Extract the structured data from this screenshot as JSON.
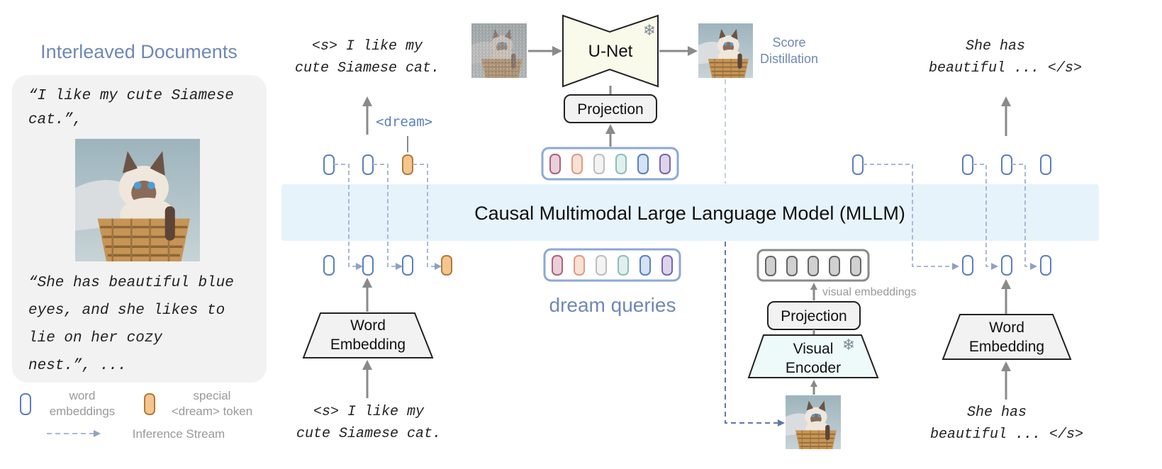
{
  "left_panel": {
    "title": "Interleaved Documents",
    "quote1": [
      "“I like my cute Siamese",
      "cat.”,"
    ],
    "quote2": [
      "“She has beautiful blue",
      "eyes, and she likes to",
      "lie on her cozy",
      "nest.”, ..."
    ]
  },
  "legend": {
    "word_embeddings": [
      "word",
      "embeddings"
    ],
    "special_token": [
      "special",
      "<dream> token"
    ],
    "inference_stream": "Inference Stream"
  },
  "mllm": {
    "label": "Causal Multimodal Large Language Model (MLLM)"
  },
  "left_branch": {
    "output_text": [
      "<s> I like my",
      "cute Siamese cat."
    ],
    "dream_token": "<dream>",
    "word_embedding": [
      "Word",
      "Embedding"
    ],
    "input_text": [
      "<s> I like my",
      "cute Siamese cat."
    ]
  },
  "middle_branch": {
    "unet": "U-Net",
    "projection": "Projection",
    "score_distillation": [
      "Score",
      "Distillation"
    ],
    "dream_queries": "dream queries"
  },
  "right_branch": {
    "visual_embeddings": "visual embeddings",
    "projection": "Projection",
    "visual_encoder": [
      "Visual",
      "Encoder"
    ],
    "word_embedding": [
      "Word",
      "Embedding"
    ],
    "output_text": [
      "She has",
      "beautiful ... </s>"
    ],
    "input_text": [
      "She has",
      "beautiful ... </s>"
    ]
  },
  "colors": {
    "title_blue": "#6f88b5",
    "mllm_bg": "#e7f3fa",
    "word_token": "#5b7fbf",
    "dream_token_fill": "#f5c58e",
    "dream_token_stroke": "#b07a3a",
    "unet_fill": "#fafaeb",
    "encoder_fill": "#eefaf9",
    "query_colors": [
      "#c98aa0",
      "#edb9a6",
      "#d9d9d9",
      "#a9cdc9",
      "#8fb1dd",
      "#a491c6"
    ]
  }
}
